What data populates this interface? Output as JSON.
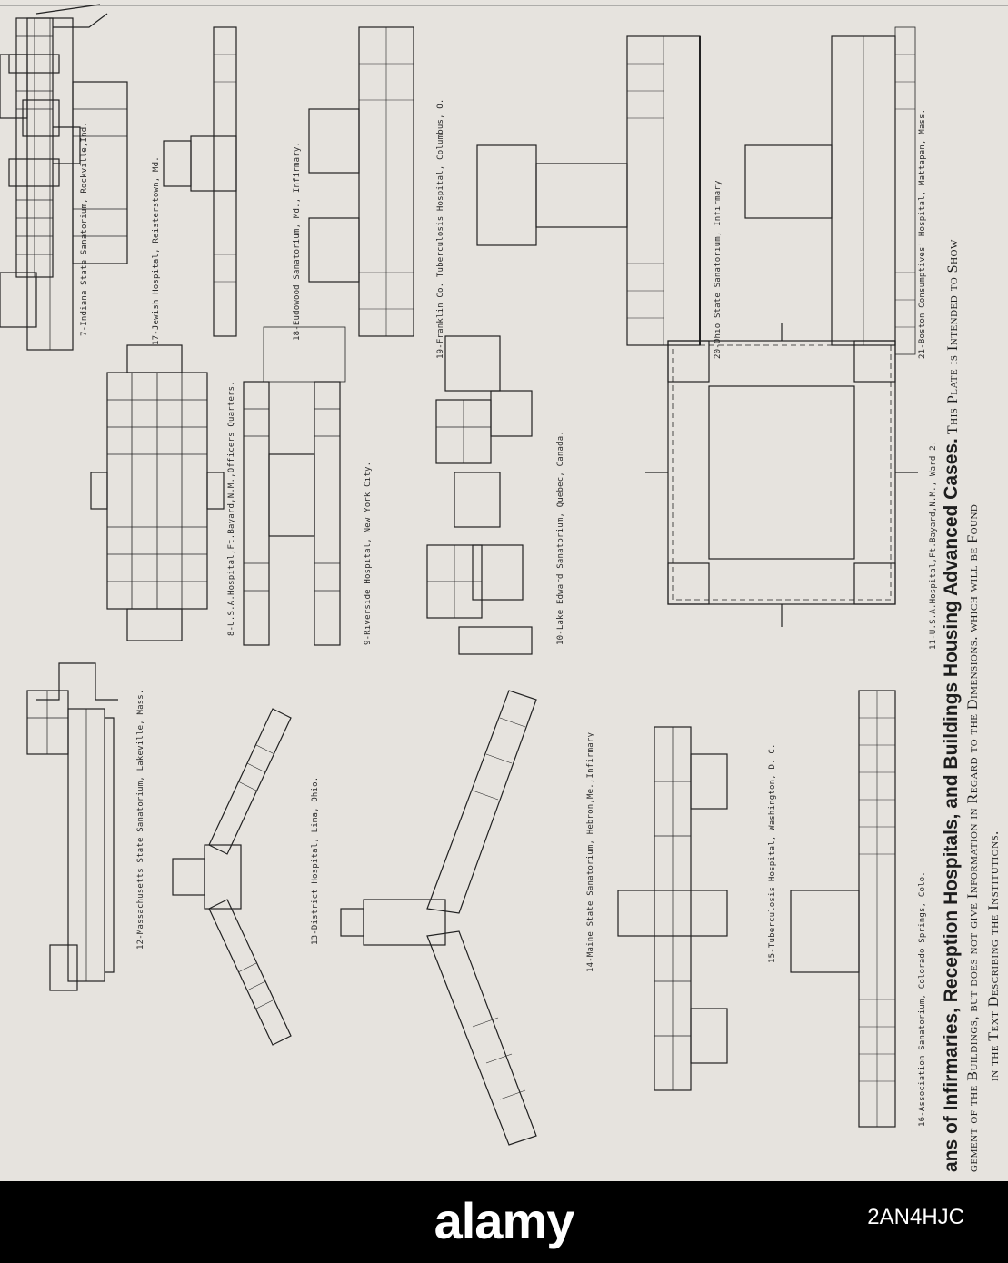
{
  "plans": [
    {
      "id": "p7",
      "label": "7-Indiana State Sanatorium, Rockville,Ind."
    },
    {
      "id": "p8",
      "label": "8-U.S.A.Hospital,Ft.Bayard,N.M.,Officers Quarters."
    },
    {
      "id": "p9",
      "label": "9-Riverside Hospital, New York City."
    },
    {
      "id": "p10",
      "label": "10-Lake Edward Sanatorium, Quebec, Canada."
    },
    {
      "id": "p11",
      "label": "11-U.S.A.Hospital,Ft.Bayard,N.M., Ward 2."
    },
    {
      "id": "p12",
      "label": "12-Massachusetts State Sanatorium, Lakeville, Mass."
    },
    {
      "id": "p13",
      "label": "13-District Hospital, Lima, Ohio."
    },
    {
      "id": "p14",
      "label": "14-Maine State Sanatorium, Hebron,Me.,Infirmary"
    },
    {
      "id": "p15",
      "label": "15-Tuberculosis Hospital, Washington, D. C."
    },
    {
      "id": "p16",
      "label": "16-Association Sanatorium, Colorado Springs, Colo."
    },
    {
      "id": "p17",
      "label": "17-Jewish Hospital, Reisterstown, Md."
    },
    {
      "id": "p18",
      "label": "18-Eudowood Sanatorium, Md., Infirmary."
    },
    {
      "id": "p19",
      "label": "19-Franklin Co. Tuberculosis Hospital, Columbus, O."
    },
    {
      "id": "p20",
      "label": "20-Ohio State Sanatorium,  Infirmary"
    },
    {
      "id": "p21",
      "label": "21-Boston Consumptives' Hospital, Mattapan, Mass."
    }
  ],
  "caption": {
    "title": "ans of Infirmaries, Reception Hospitals, and Buildings Housing Advanced Cases.",
    "title_tail": "This Plate is Intended to Show",
    "line2": "gement of the Buildings, but does not give Information in Regard to the Dimensions. which will be Found",
    "line3": "in the Text Describing the Institutions."
  },
  "stock": {
    "brand": "alamy",
    "code": "2AN4HJC"
  }
}
